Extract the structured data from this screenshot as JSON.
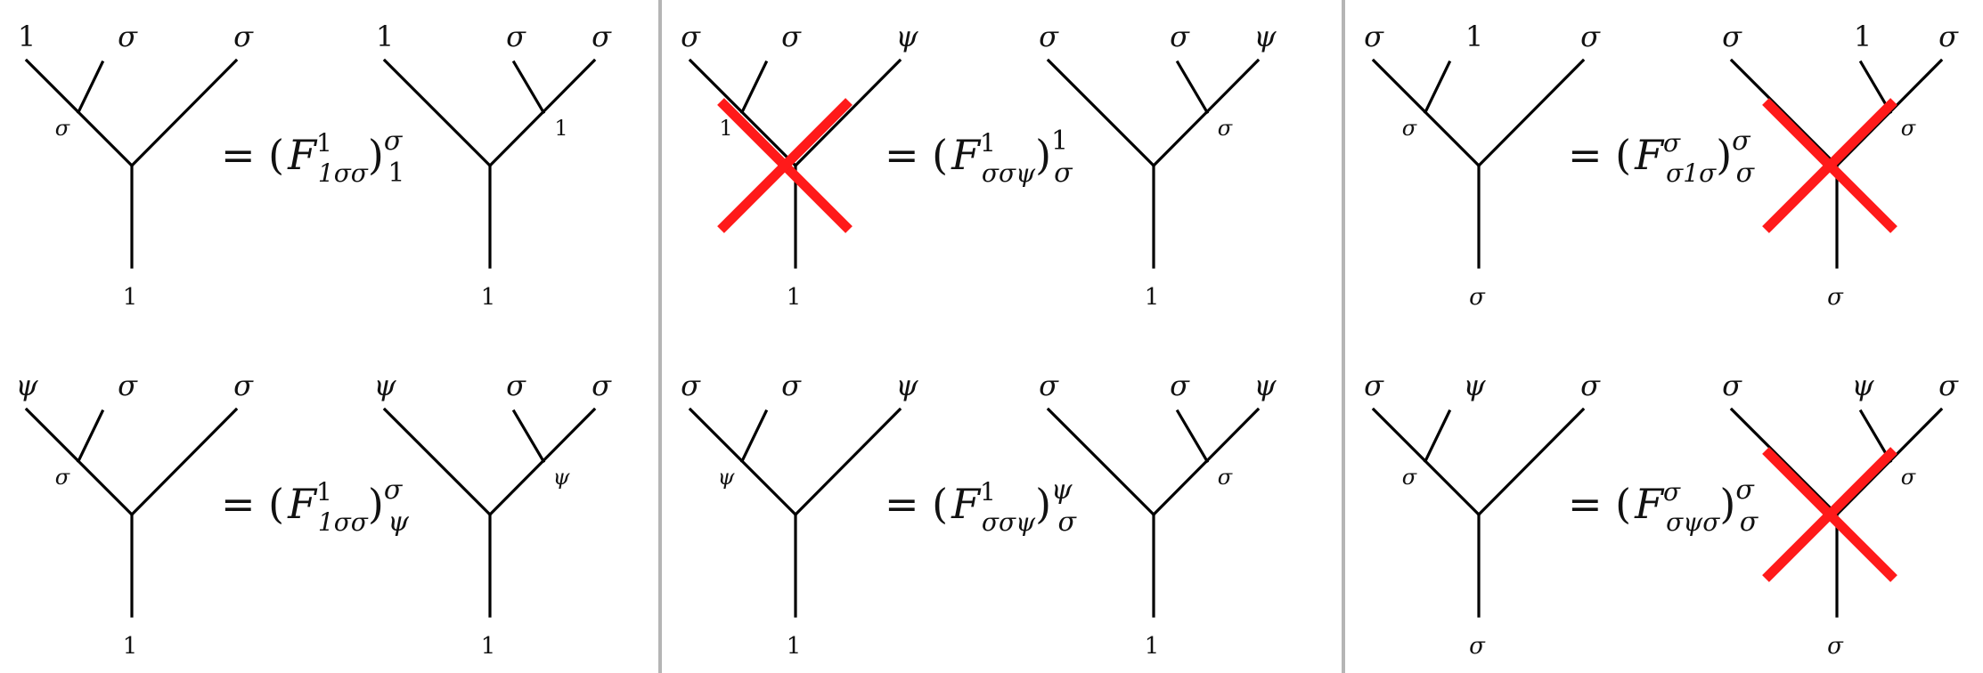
{
  "colors": {
    "line": "#000000",
    "cross": "#ff1a1a",
    "divider": "#b5b5b5"
  },
  "panels": [
    {
      "rows": [
        {
          "left": {
            "leaves": [
              "1",
              "σ",
              "σ"
            ],
            "internal": "σ",
            "bottom": "1",
            "crossed": false
          },
          "equation": {
            "lhs": "= (",
            "F": "F",
            "sup": "1",
            "sub": "1σσ",
            "close": ")",
            "outer_sup": "σ",
            "outer_sub": "1"
          },
          "right": {
            "leaves": [
              "1",
              "σ",
              "σ"
            ],
            "internal": "1",
            "bottom": "1",
            "crossed": false
          }
        },
        {
          "left": {
            "leaves": [
              "ψ",
              "σ",
              "σ"
            ],
            "internal": "σ",
            "bottom": "1",
            "crossed": false
          },
          "equation": {
            "lhs": "= (",
            "F": "F",
            "sup": "1",
            "sub": "1σσ",
            "close": ")",
            "outer_sup": "σ",
            "outer_sub": "ψ"
          },
          "right": {
            "leaves": [
              "ψ",
              "σ",
              "σ"
            ],
            "internal": "ψ",
            "bottom": "1",
            "crossed": false
          }
        }
      ]
    },
    {
      "rows": [
        {
          "left": {
            "leaves": [
              "σ",
              "σ",
              "ψ"
            ],
            "internal": "1",
            "bottom": "1",
            "crossed": true
          },
          "equation": {
            "lhs": "= (",
            "F": "F",
            "sup": "1",
            "sub": "σσψ",
            "close": ")",
            "outer_sup": "1",
            "outer_sub": "σ"
          },
          "right": {
            "leaves": [
              "σ",
              "σ",
              "ψ"
            ],
            "internal": "σ",
            "bottom": "1",
            "crossed": false
          }
        },
        {
          "left": {
            "leaves": [
              "σ",
              "σ",
              "ψ"
            ],
            "internal": "ψ",
            "bottom": "1",
            "crossed": false
          },
          "equation": {
            "lhs": "= (",
            "F": "F",
            "sup": "1",
            "sub": "σσψ",
            "close": ")",
            "outer_sup": "ψ",
            "outer_sub": "σ"
          },
          "right": {
            "leaves": [
              "σ",
              "σ",
              "ψ"
            ],
            "internal": "σ",
            "bottom": "1",
            "crossed": false
          }
        }
      ]
    },
    {
      "rows": [
        {
          "left": {
            "leaves": [
              "σ",
              "1",
              "σ"
            ],
            "internal": "σ",
            "bottom": "σ",
            "crossed": false
          },
          "equation": {
            "lhs": "= (",
            "F": "F",
            "sup": "σ",
            "sub": "σ1σ",
            "close": ")",
            "outer_sup": "σ",
            "outer_sub": "σ"
          },
          "right": {
            "leaves": [
              "σ",
              "1",
              "σ"
            ],
            "internal": "σ",
            "bottom": "σ",
            "crossed": true
          }
        },
        {
          "left": {
            "leaves": [
              "σ",
              "ψ",
              "σ"
            ],
            "internal": "σ",
            "bottom": "σ",
            "crossed": false
          },
          "equation": {
            "lhs": "= (",
            "F": "F",
            "sup": "σ",
            "sub": "σψσ",
            "close": ")",
            "outer_sup": "σ",
            "outer_sub": "σ"
          },
          "right": {
            "leaves": [
              "σ",
              "ψ",
              "σ"
            ],
            "internal": "σ",
            "bottom": "σ",
            "crossed": true
          }
        }
      ]
    }
  ]
}
